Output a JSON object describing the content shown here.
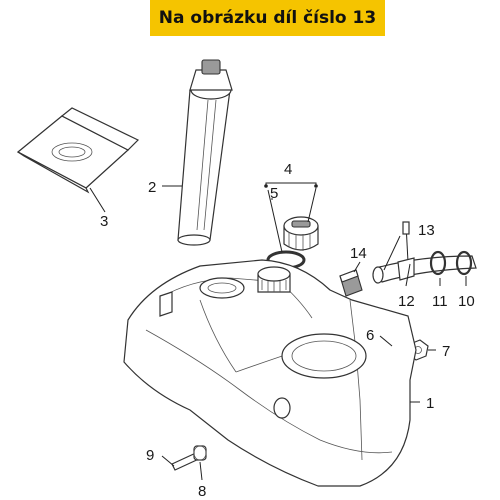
{
  "banner": {
    "text": "Na obrázku díl číslo 13",
    "color": "#f5c400"
  },
  "callouts": [
    "1",
    "2",
    "3",
    "4",
    "5",
    "6",
    "7",
    "8",
    "9",
    "10",
    "11",
    "12",
    "13",
    "14"
  ]
}
